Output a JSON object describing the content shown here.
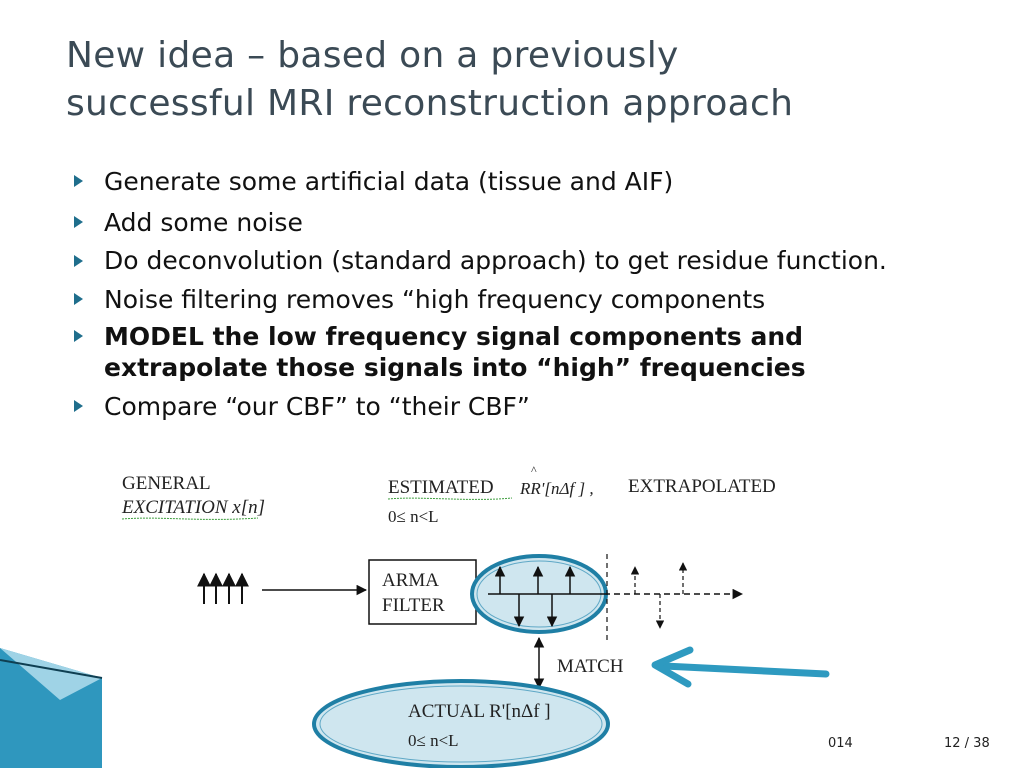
{
  "slide": {
    "title_line1": "New idea – based on a previously",
    "title_line2": "successful MRI reconstruction approach",
    "bullets": [
      "Generate some artificial data (tissue and AIF)",
      "Add some noise",
      "Do deconvolution (standard approach) to get residue function.",
      "Noise filtering removes “high frequency components",
      "MODEL the low frequency signal components and extrapolate those signals into “high” frequencies",
      "Compare “our CBF” to “their CBF”"
    ],
    "footer_date_fragment": "014",
    "page_number": "12 / 38"
  },
  "diagram": {
    "general_line1": "GENERAL",
    "general_line2": "EXCITATION x[n]",
    "estimated_label": "ESTIMATED",
    "estimated_expr": "RR'[nΔf ] ,",
    "estimated_hat": "^",
    "extrapolated_label": "EXTRAPOLATED",
    "range_top": "0≤ n<L",
    "arma_line1": "ARMA",
    "arma_line2": "FILTER",
    "match_label": "MATCH",
    "actual_label": "ACTUAL R'[nΔf ]",
    "range_bottom": "0≤ n<L",
    "colors": {
      "ellipse_fill": "#cfe6ef",
      "ellipse_stroke": "#1f7fa5",
      "pointer_arrow": "#2e9ac0",
      "bullet_marker": "#1f6e8c",
      "title_text": "#3b4a55"
    }
  }
}
